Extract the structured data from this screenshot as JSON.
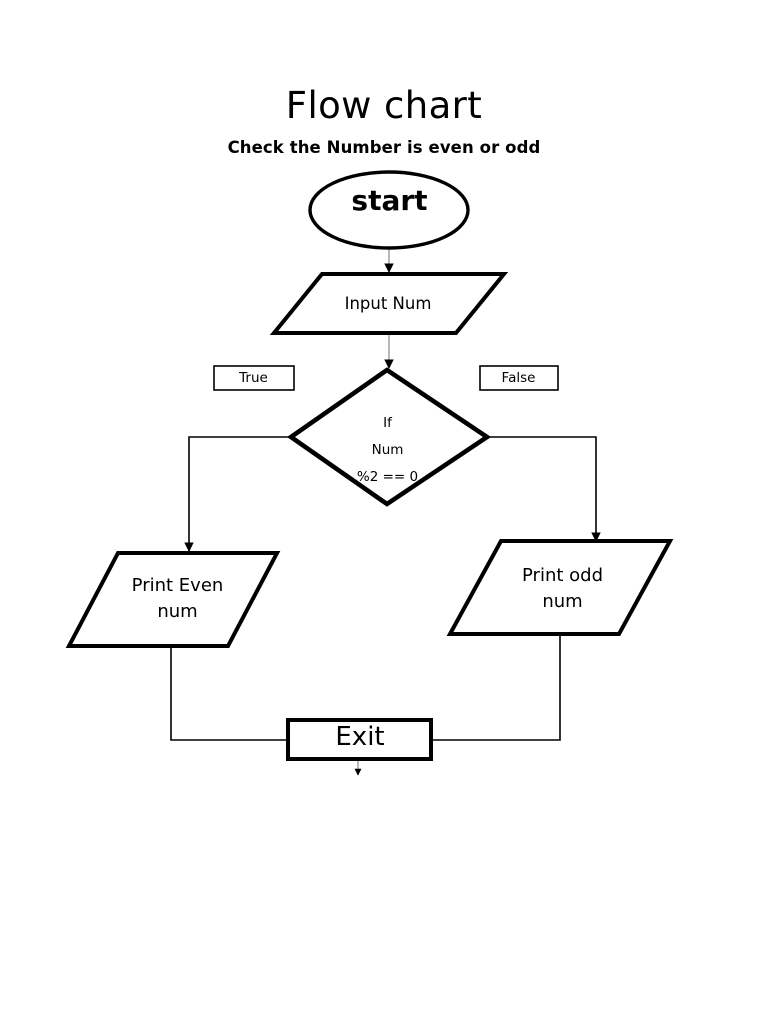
{
  "document": {
    "title": "Flow chart",
    "subtitle": "Check the Number is even or odd",
    "background_color": "#ffffff",
    "stroke_color": "#000000",
    "connector_color": "#9a9a9a"
  },
  "flowchart": {
    "type": "flowchart",
    "nodes": [
      {
        "id": "start",
        "shape": "ellipse",
        "label": "start",
        "text_style": "bold"
      },
      {
        "id": "input-num",
        "shape": "parallelogram",
        "label": "Input Num"
      },
      {
        "id": "decision",
        "shape": "diamond",
        "label_lines": [
          "If",
          "Num",
          "%2 == 0"
        ],
        "note": "third line is clipped by the diamond outline"
      },
      {
        "id": "print-even",
        "shape": "parallelogram",
        "label_lines": [
          "Print Even",
          "num"
        ]
      },
      {
        "id": "print-odd",
        "shape": "parallelogram",
        "label_lines": [
          "Print odd",
          "num"
        ]
      },
      {
        "id": "exit",
        "shape": "rectangle",
        "label": "Exit",
        "note": "text baseline is clipped by the box border"
      }
    ],
    "edge_labels": [
      {
        "id": "true-label",
        "label": "True",
        "branch": "left"
      },
      {
        "id": "false-label",
        "label": "False",
        "branch": "right"
      }
    ],
    "edges": [
      {
        "from": "start",
        "to": "input-num",
        "style": "thin-gray-arrow"
      },
      {
        "from": "input-num",
        "to": "decision",
        "style": "thin-gray-arrow"
      },
      {
        "from": "decision",
        "to": "print-even",
        "style": "elbow-arrow",
        "label": "True"
      },
      {
        "from": "decision",
        "to": "print-odd",
        "style": "elbow-arrow",
        "label": "False"
      },
      {
        "from": "print-even",
        "to": "exit",
        "style": "elbow"
      },
      {
        "from": "print-odd",
        "to": "exit",
        "style": "elbow"
      },
      {
        "from": "exit",
        "to": null,
        "style": "stub-arrow"
      }
    ]
  }
}
